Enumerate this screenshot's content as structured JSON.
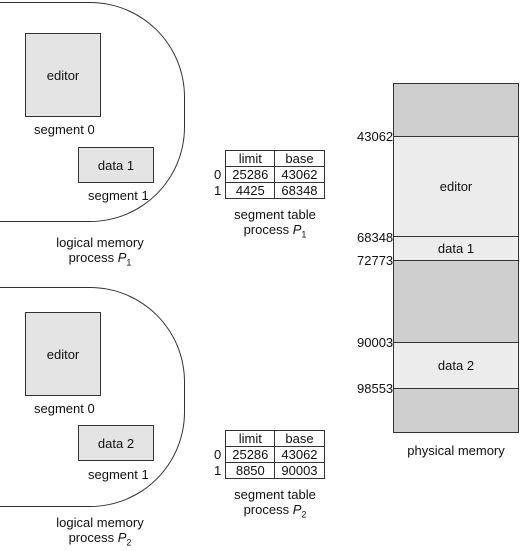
{
  "process1": {
    "editor_label": "editor",
    "segment0_label": "segment 0",
    "data_label": "data 1",
    "segment1_label": "segment 1",
    "caption_line1": "logical memory",
    "caption_line2": "process",
    "process_subscript": "1"
  },
  "table1": {
    "header_limit": "limit",
    "header_base": "base",
    "rows": [
      {
        "index": "0",
        "limit": "25286",
        "base": "43062"
      },
      {
        "index": "1",
        "limit": "4425",
        "base": "68348"
      }
    ],
    "caption_line1": "segment table",
    "caption_line2": "process",
    "process_subscript": "1"
  },
  "process2": {
    "editor_label": "editor",
    "segment0_label": "segment 0",
    "data_label": "data 2",
    "segment1_label": "segment 1",
    "caption_line1": "logical memory",
    "caption_line2": "process",
    "process_subscript": "2"
  },
  "table2": {
    "header_limit": "limit",
    "header_base": "base",
    "rows": [
      {
        "index": "0",
        "limit": "25286",
        "base": "43062"
      },
      {
        "index": "1",
        "limit": "8850",
        "base": "90003"
      }
    ],
    "caption_line1": "segment table",
    "caption_line2": "process",
    "process_subscript": "2"
  },
  "physical_memory": {
    "caption": "physical memory",
    "addresses": [
      "43062",
      "68348",
      "72773",
      "90003",
      "98553"
    ],
    "blocks": [
      "editor",
      "data 1",
      "data 2"
    ]
  },
  "colors": {
    "free_memory": "#cfcfcf",
    "used_memory": "#ececec",
    "segment_box": "#e4e4e4"
  }
}
